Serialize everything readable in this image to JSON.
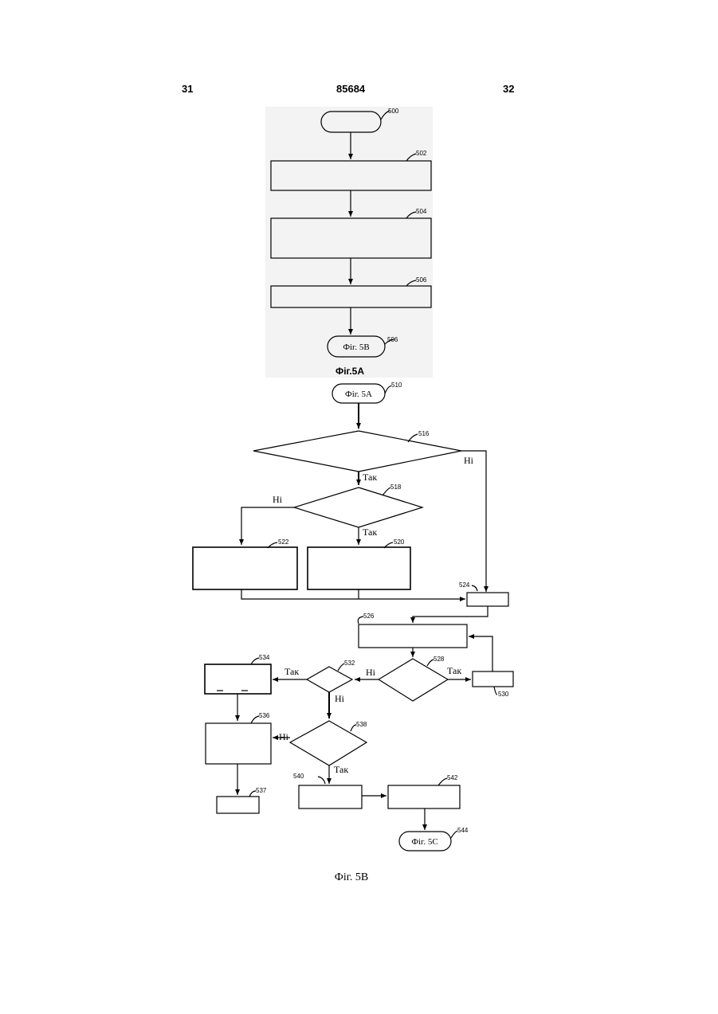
{
  "header": {
    "left_page": "31",
    "patent_number": "85684",
    "right_page": "32"
  },
  "fig5a": {
    "caption": "Фіг.5А",
    "refs": {
      "start": "500",
      "box1": "502",
      "box2": "504",
      "box3": "506",
      "end": "506"
    },
    "end_label": "Фіг. 5В"
  },
  "fig5b": {
    "caption": "Фіг. 5В",
    "start_label": "Фіг. 5А",
    "end_label": "Фіг. 5С",
    "yes": "Так",
    "no": "Ні",
    "refs": {
      "start": "510",
      "d516": "516",
      "d518": "518",
      "b520": "520",
      "b522": "522",
      "b524": "524",
      "b526": "526",
      "d528": "528",
      "b530": "530",
      "d532": "532",
      "b534": "534",
      "b536": "536",
      "b537": "537",
      "d538": "538",
      "b540": "540",
      "b542": "542",
      "end": "544"
    }
  }
}
